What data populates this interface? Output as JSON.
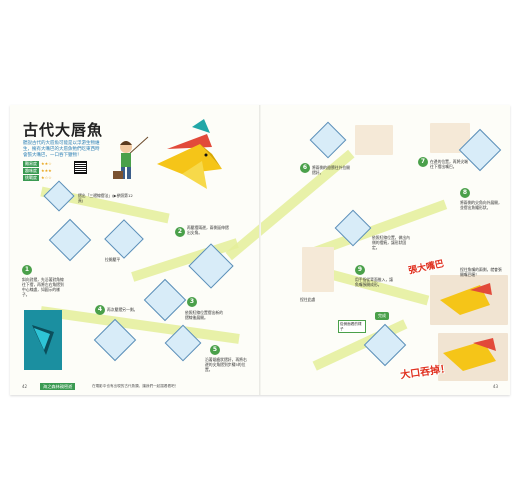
{
  "title": "古代大唇魚",
  "intro": "聽說古代的大唇魚可能是以浮游生物維生，擁有大嘴巴的大唇魚牠們吃東西時會張大嘴巴，一口吞下獵物！",
  "rating": {
    "rows": [
      {
        "label": "難易度",
        "stars": "★★☆"
      },
      {
        "label": "趣味度",
        "stars": "★★★"
      },
      {
        "label": "挑戰度",
        "stars": "★☆☆"
      }
    ]
  },
  "left_steps": [
    {
      "num": "1",
      "text": "斜向對摺，先沿著對角線往下摺，再將左右角摺到中心線處，如圖示的樣子。"
    },
    {
      "num": "2",
      "text": "再壓摺兩邊，兩側延伸摺出尖角。"
    },
    {
      "num": "3",
      "text": "依照紅線位置摺出新的摺線後展開。"
    },
    {
      "num": "4",
      "text": "再次壓摺另一側。"
    },
    {
      "num": "5",
      "text": "沿著鋸齒狀摺好，再將右邊的尖角摺到步驟5的位置。"
    }
  ],
  "left_notes": {
    "fold_ref": "摺出「三褶線摺法」(▶參照第12頁)",
    "pull": "拉開壓平"
  },
  "right_steps": [
    {
      "num": "6",
      "text": "將兩側的翅膀往外拉開摺好。"
    },
    {
      "num": "7",
      "text": "在邊的位置，再將尖端往下摺出嘴巴。"
    },
    {
      "num": "8",
      "text": "將兩側的尖角向外展開，並摺出魚鰭形狀。"
    },
    {
      "num": "9",
      "text": "用手指從背面推入，讓魚嘴張開成形。"
    }
  ],
  "right_notes": {
    "in_fold": "依照紅線位置，做出內側的摺痕，讓形狀固定。",
    "pinch": "捏住此處",
    "mouth_tip": "捏住魚嘴的兩側，就會張開嘴巴喔！",
    "finish": "完成",
    "side_tip": "從側面看的樣子"
  },
  "callouts": {
    "open_mouth": "張大嘴巴",
    "swallow": "大口吞掉！"
  },
  "footer": {
    "section": "海之森林親密遊",
    "note": "在電影中也有出現的古代魚類，讓我們一起摺看看吧！",
    "page_left": "42",
    "page_right": "43"
  },
  "colors": {
    "accent_green": "#4aa04a",
    "path_yellow": "#e4ef9a",
    "paper_blue": "#d8ecf8",
    "fish_yellow": "#f5c518",
    "fish_red": "#e24a3a",
    "callout_red": "#e0301e"
  }
}
